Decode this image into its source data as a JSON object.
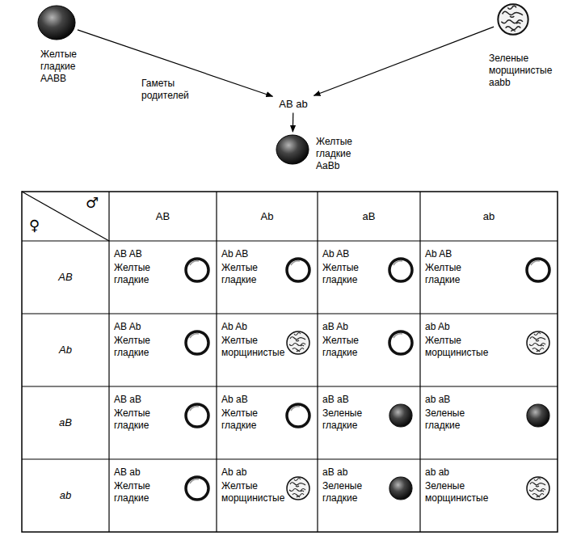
{
  "diagram": {
    "nodes": [
      {
        "text": [
          "Желтые гладкие AABB"
        ]
      },
      {
        "text": [
          "Зеленые морщинистые aabb"
        ]
      },
      {
        "text": [
          "AB ab"
        ]
      },
      {
        "text": [
          "Желтые гладкие AaBb"
        ]
      }
    ],
    "edges": [
      {
        "from": 0,
        "to": 2,
        "arrow": "to"
      },
      {
        "from": 1,
        "to": 2,
        "arrow": "to"
      },
      {
        "from": 2,
        "to": 3,
        "arrow": "to"
      }
    ],
    "labels": [
      "Гаметы родителей",
      "♀",
      "♂",
      "AB",
      "Ab",
      "aB",
      "ab",
      "AB",
      "AB AB",
      "Желтые гладкие",
      "Ab AB",
      "Желтые гладкие",
      "Ab AB",
      "Желтые гладкие",
      "Ab AB",
      "Желтые гладкие",
      "Ab",
      "AB Ab",
      "Желтые гладкие",
      "Ab Ab",
      "Желтые морщинистые",
      "aB Ab",
      "Желтые гладкие",
      "ab Ab",
      "Желтые морщинистые",
      "aB",
      "AB aB",
      "Желтые гладкие",
      "Ab aB",
      "Желтые гладкие",
      "aB aB",
      "Зеленые гладкие",
      "ab aB",
      "Зеленые гладкие",
      "ab",
      "AB ab",
      "Желтые гладкие",
      "Ab ab",
      "Желтые морщинистые",
      "aB ab",
      "Зеленые гладкие",
      "ab ab",
      "Зеленые морщинистые"
    ]
  }
}
